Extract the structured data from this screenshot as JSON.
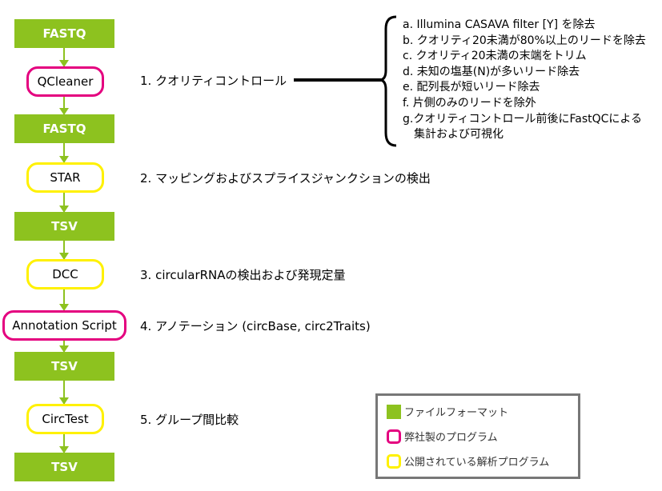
{
  "pipeline": {
    "nodes": [
      {
        "type": "file",
        "label": "FASTQ"
      },
      {
        "type": "inhouse",
        "label": "QCleaner"
      },
      {
        "type": "file",
        "label": "FASTQ"
      },
      {
        "type": "public",
        "label": "STAR"
      },
      {
        "type": "file",
        "label": "TSV"
      },
      {
        "type": "public",
        "label": "DCC"
      },
      {
        "type": "inhouse",
        "label": "Annotation Script"
      },
      {
        "type": "file",
        "label": "TSV"
      },
      {
        "type": "public",
        "label": "CircTest"
      },
      {
        "type": "file",
        "label": "TSV"
      }
    ]
  },
  "steps": [
    {
      "label": "1. クオリティコントロール"
    },
    {
      "label": "2. マッピングおよびスプライスジャンクションの検出"
    },
    {
      "label": "3. circularRNAの検出および発現定量"
    },
    {
      "label": "4. アノテーション (circBase, circ2Traits)"
    },
    {
      "label": "5. グループ間比較"
    }
  ],
  "qc_details": [
    "a. Illumina CASAVA filter [Y] を除去",
    "b. クオリティ20未満が80%以上のリードを除去",
    "c. クオリティ20未満の末端をトリム",
    "d. 未知の塩基(N)が多いリード除去",
    "e. 配列長が短いリード除去",
    "f. 片側のみのリードを除外",
    "g.クオリティコントロール前後にFastQCによる",
    "　集計および可視化"
  ],
  "legend": {
    "items": [
      {
        "swatch": "green-filled-square",
        "label": "ファイルフォーマット"
      },
      {
        "swatch": "magenta-rounded-outline",
        "label": "弊社製のプログラム"
      },
      {
        "swatch": "yellow-rounded-outline",
        "label": "公開されている解析プログラム"
      }
    ]
  },
  "colors": {
    "file_format": "#8dc21f",
    "inhouse_program": "#e4007f",
    "public_program": "#fff100",
    "legend_border": "#777777"
  }
}
